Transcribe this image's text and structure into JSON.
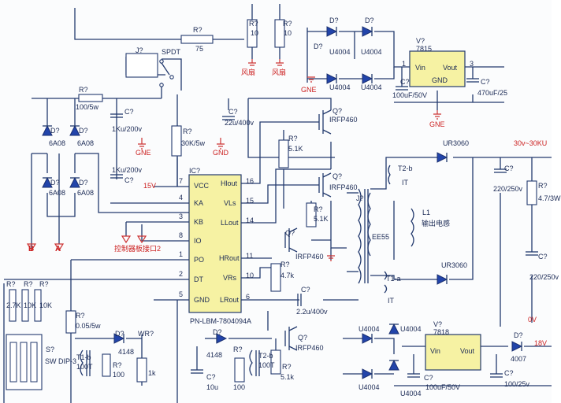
{
  "labels": {
    "r_top": "R?",
    "r_top_val": "75",
    "spdt": "SPDT",
    "relay": "J?",
    "r10a": "R?",
    "r10a_val": "10",
    "fan_a": "风扇",
    "r10b": "R?",
    "r10b_val": "10",
    "fan_b": "风扇",
    "d_top1": "D?",
    "d_top2": "D?",
    "d_top3": "D?",
    "u4004_a": "U4004",
    "u4004_b": "U4004",
    "u4004_c": "U4004",
    "u4004_d": "U4004",
    "reg_top": "V?",
    "reg_top_part": "7815",
    "reg_vin": "Vin",
    "reg_vout": "Vout",
    "reg_gnd": "GND",
    "reg_pin1": "1",
    "reg_pin3": "3",
    "c_reg_in": "C?",
    "c_reg_in_val": "100uF/50V",
    "c_reg_out": "C?",
    "c_reg_out_val": "470uF/25",
    "gne_a": "GNE",
    "gne_b": "GNE",
    "gne_c": "GNE",
    "r_100": "R?",
    "r_100_val": "100/5w",
    "bridge_d1": "D?",
    "bridge_d1_val": "6A08",
    "bridge_d2": "D?",
    "bridge_d2_val": "6A08",
    "bridge_d3": "D?",
    "bridge_d3_val": "6A08",
    "bridge_d4": "D?",
    "bridge_d4_val": "6A08",
    "c_1k_a": "C?",
    "c_1k_a_val": "1Ku/200v",
    "c_1k_b": "C?",
    "c_1k_b_val": "1Ku/200v",
    "r_30k": "R?",
    "r_30k_val": "30K/5w",
    "c_22u": "C?",
    "c_22u_val": "22u/400v",
    "gnd": "GND",
    "q1": "Q?",
    "q1_part": "IRFP460",
    "q2": "Q?",
    "q2_part": "IRFP460",
    "q3": "Q?",
    "q3_part": "IRFP460",
    "q4": "Q?",
    "q4_part": "IRFP460",
    "r_51k_a": "R?",
    "r_51k_a_val": "5.1K",
    "r_51k_b": "R?",
    "r_51k_b_val": "5.1K",
    "ic": "IC?",
    "ic_part": "PN-LBM-7804094A",
    "ic_pins_left": [
      "VCC",
      "KA",
      "KB",
      "IO",
      "PO",
      "DT",
      "GND"
    ],
    "ic_pins_left_num": [
      "7",
      "4",
      "3",
      "8",
      "1",
      "2",
      "5"
    ],
    "ic_pins_right": [
      "Hlout",
      "VLs",
      "LLout",
      "HRout",
      "VRs",
      "LRout"
    ],
    "ic_pins_right_num": [
      "16",
      "15",
      "14",
      "11",
      "10",
      "6"
    ],
    "v15": "15V",
    "t2b": "T2-b",
    "t2b_sym": "IT",
    "j": "J?",
    "ee55": "EE55",
    "l1": "L1",
    "l1_text": "输出电感",
    "ur3060_a": "UR3060",
    "ur3060_b": "UR3060",
    "out_v": "30v~30KU",
    "c_220": "C?",
    "c_220_val": "220/250v",
    "c_220b": "C?",
    "c_220b_val": "220/250v",
    "r_47k": "R?",
    "r_47k_val": "4.7/3W",
    "t1a": "T1-a",
    "t1a_sym": "IT",
    "r_47": "R?",
    "r_47_val": "4.7k",
    "c_22k": "C?",
    "c_22k_val": "2.2u/400v",
    "ctrl": "控制器板接口2",
    "a_lbl": "A",
    "b_lbl": "B",
    "r_s1": "R?",
    "r_s1_val": "2.7K",
    "r_s2": "R?",
    "r_s2_val": "10K",
    "r_s3": "R?",
    "r_s3_val": "10K",
    "sw": "S?",
    "sw_val": "SW DIP-3",
    "r_005": "R?",
    "r_005_val": "0.05/5w",
    "d_4148a": "D?",
    "d_4148a_val": "4148",
    "wr": "WR?",
    "wr_val": "1k",
    "t1b": "T1-b",
    "t1b_val": "100T",
    "r_100b": "R?",
    "r_100b_val": "100",
    "d_4148b": "D?",
    "d_4148b_val": "4148",
    "c_10u": "C?",
    "c_10u_val": "10u",
    "r_100c": "R?",
    "r_100c_val": "100",
    "t2a": "T2-b",
    "t2a_val": "100T",
    "r_51k_c": "R?",
    "r_51k_c_val": "5.1k",
    "u4004_e": "U4004",
    "u4004_f": "U4004",
    "u4004_g": "U4004",
    "u4004_h": "U4004",
    "reg_bot": "V?",
    "reg_bot_part": "7818",
    "c_bot1": "C?",
    "c_bot1_val": "100uF/50V",
    "c_bot2": "C?",
    "c_bot2_val": "100/25v",
    "d_4007": "D?",
    "d_4007_val": "4007",
    "v18": "18V",
    "v0": "0V"
  }
}
